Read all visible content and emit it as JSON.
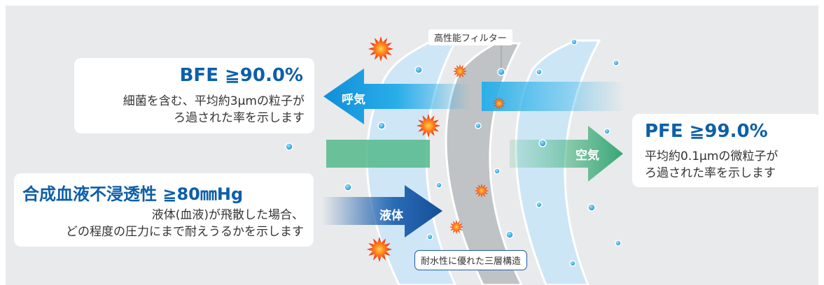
{
  "bfe": {
    "title": "BFE ≧90.0%",
    "line1": "細菌を含む、平均約3μmの粒子が",
    "line2": "ろ過された率を示します"
  },
  "pfe": {
    "title": "PFE ≧99.0%",
    "line1": "平均約0.1μmの微粒子が",
    "line2": "ろ過された率を示します"
  },
  "blood": {
    "title": "合成血液不浸透性 ≧80㎜Hg",
    "line1": "液体(血液)が飛散した場合、",
    "line2": "どの程度の圧力にまで耐えうるかを示します"
  },
  "arrows": {
    "exhale": "呼気",
    "air": "空気",
    "liquid": "液体"
  },
  "callouts": {
    "filter": "高性能フィルター",
    "layers": "耐水性に優れた三層構造"
  },
  "colors": {
    "title_blue": "#0d5fa8",
    "exhale_arrow": "#1ea7e8",
    "air_arrow": "#3aa87a",
    "liquid_arrow": "#1c5aa6",
    "burst": "#e8261c",
    "particle": "#2aa5e3"
  }
}
